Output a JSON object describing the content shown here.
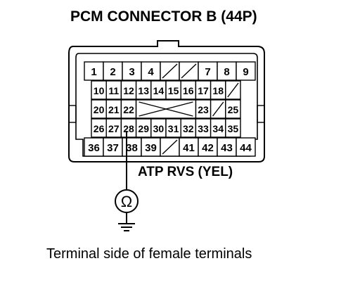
{
  "title": "PCM CONNECTOR B (44P)",
  "signal_label": "ATP RVS (YEL)",
  "caption": "Terminal side of female terminals",
  "meter_symbol": "Ω",
  "probe_terminal": "28",
  "rows": [
    [
      "1",
      "2",
      "3",
      "4",
      "",
      "",
      "7",
      "8",
      "9"
    ],
    [
      "10",
      "11",
      "12",
      "13",
      "14",
      "15",
      "16",
      "17",
      "18",
      ""
    ],
    [
      "20",
      "21",
      "22",
      "",
      "",
      "",
      "",
      "23",
      "",
      "25"
    ],
    [
      "26",
      "27",
      "28",
      "29",
      "30",
      "31",
      "32",
      "33",
      "34",
      "35"
    ],
    [
      "36",
      "37",
      "38",
      "39",
      "",
      "41",
      "42",
      "43",
      "44"
    ]
  ]
}
